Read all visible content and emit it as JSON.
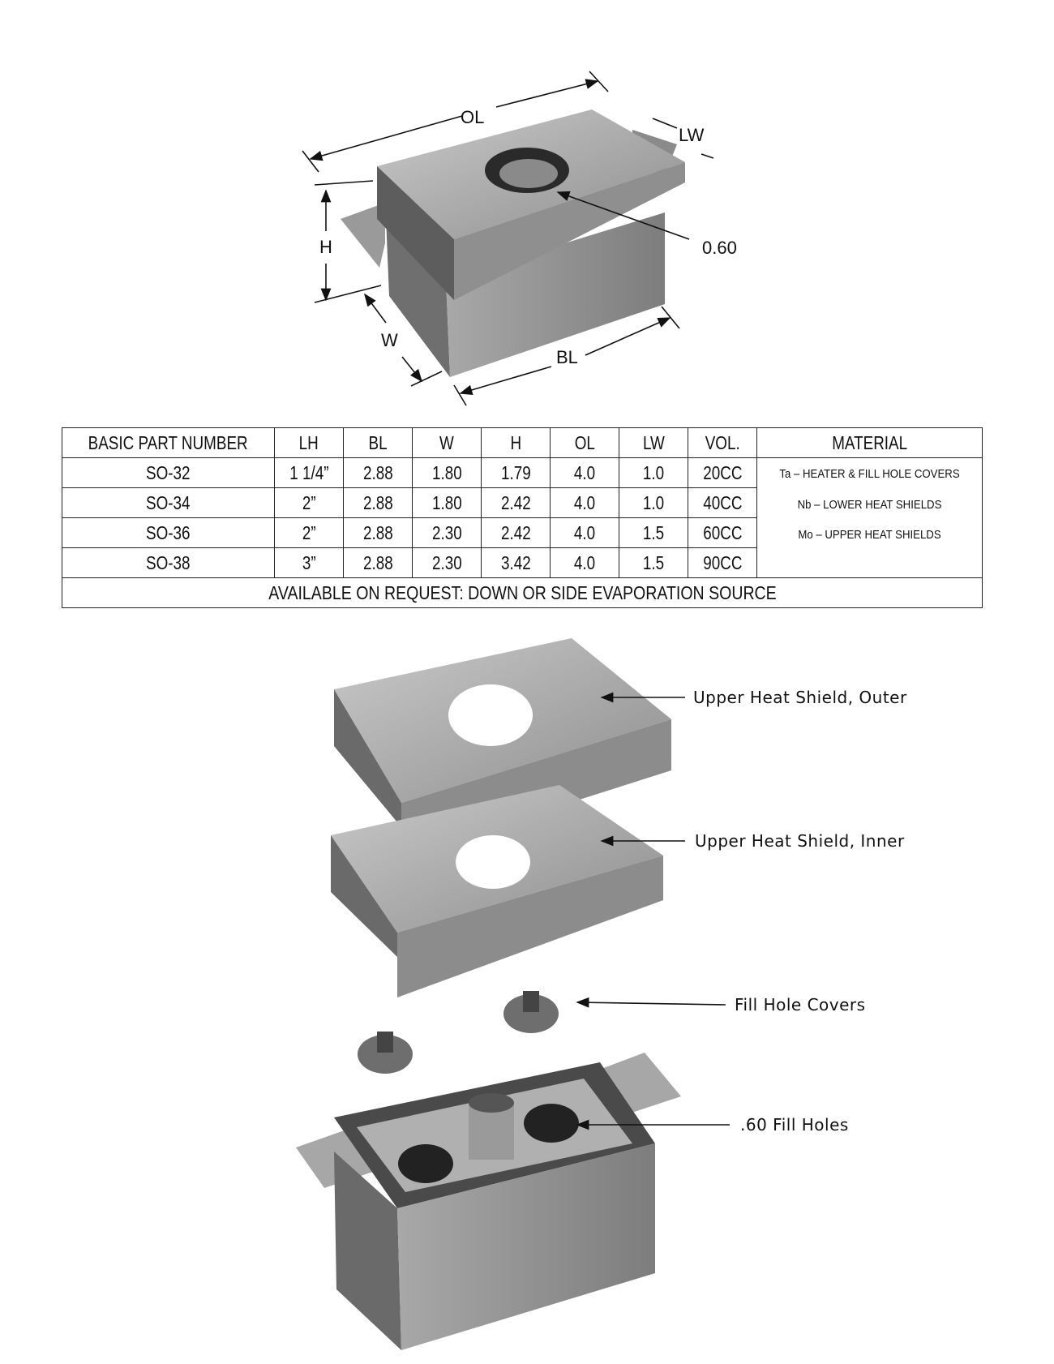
{
  "diagram": {
    "labels": {
      "ol": "OL",
      "lw": "LW",
      "h": "H",
      "hole": "0.60",
      "w": "W",
      "bl": "BL"
    }
  },
  "table": {
    "headers": [
      "BASIC PART NUMBER",
      "LH",
      "BL",
      "W",
      "H",
      "OL",
      "LW",
      "VOL.",
      "MATERIAL"
    ],
    "rows": [
      [
        "SO-32",
        "1 1/4”",
        "2.88",
        "1.80",
        "1.79",
        "4.0",
        "1.0",
        "20CC"
      ],
      [
        "SO-34",
        "2”",
        "2.88",
        "1.80",
        "2.42",
        "4.0",
        "1.0",
        "40CC"
      ],
      [
        "SO-36",
        "2”",
        "2.88",
        "2.30",
        "2.42",
        "4.0",
        "1.5",
        "60CC"
      ],
      [
        "SO-38",
        "3”",
        "2.88",
        "2.30",
        "3.42",
        "4.0",
        "1.5",
        "90CC"
      ]
    ],
    "materials": [
      "Ta – HEATER & FILL HOLE COVERS",
      "Nb – LOWER HEAT SHIELDS",
      "Mo – UPPER HEAT SHIELDS"
    ],
    "footer": "AVAILABLE ON REQUEST:  DOWN OR SIDE EVAPORATION SOURCE"
  },
  "exploded": {
    "callouts": [
      "Upper Heat Shield, Outer",
      "Upper Heat Shield, Inner",
      "Fill Hole Covers",
      ".60 Fill Holes"
    ]
  }
}
